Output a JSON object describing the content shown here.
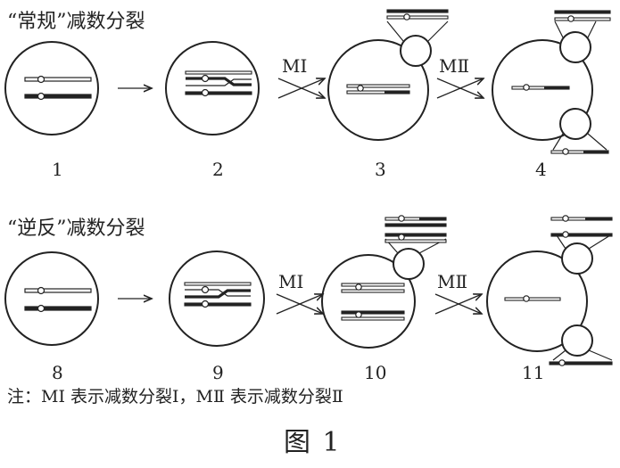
{
  "rows": [
    {
      "title": "“常规”减数分裂",
      "labels": [
        "1",
        "2",
        "3",
        "4"
      ],
      "arrow1": "MⅠ",
      "arrow2": "MⅡ"
    },
    {
      "title": "“逆反”减数分裂",
      "labels": [
        "8",
        "9",
        "10",
        "11"
      ],
      "arrow1": "MⅠ",
      "arrow2": "MⅡ"
    }
  ],
  "note": "注：MⅠ 表示减数分裂Ⅰ，MⅡ 表示减数分裂Ⅱ",
  "caption": "图 1",
  "colors": {
    "ink": "#222222",
    "background": "#ffffff"
  }
}
